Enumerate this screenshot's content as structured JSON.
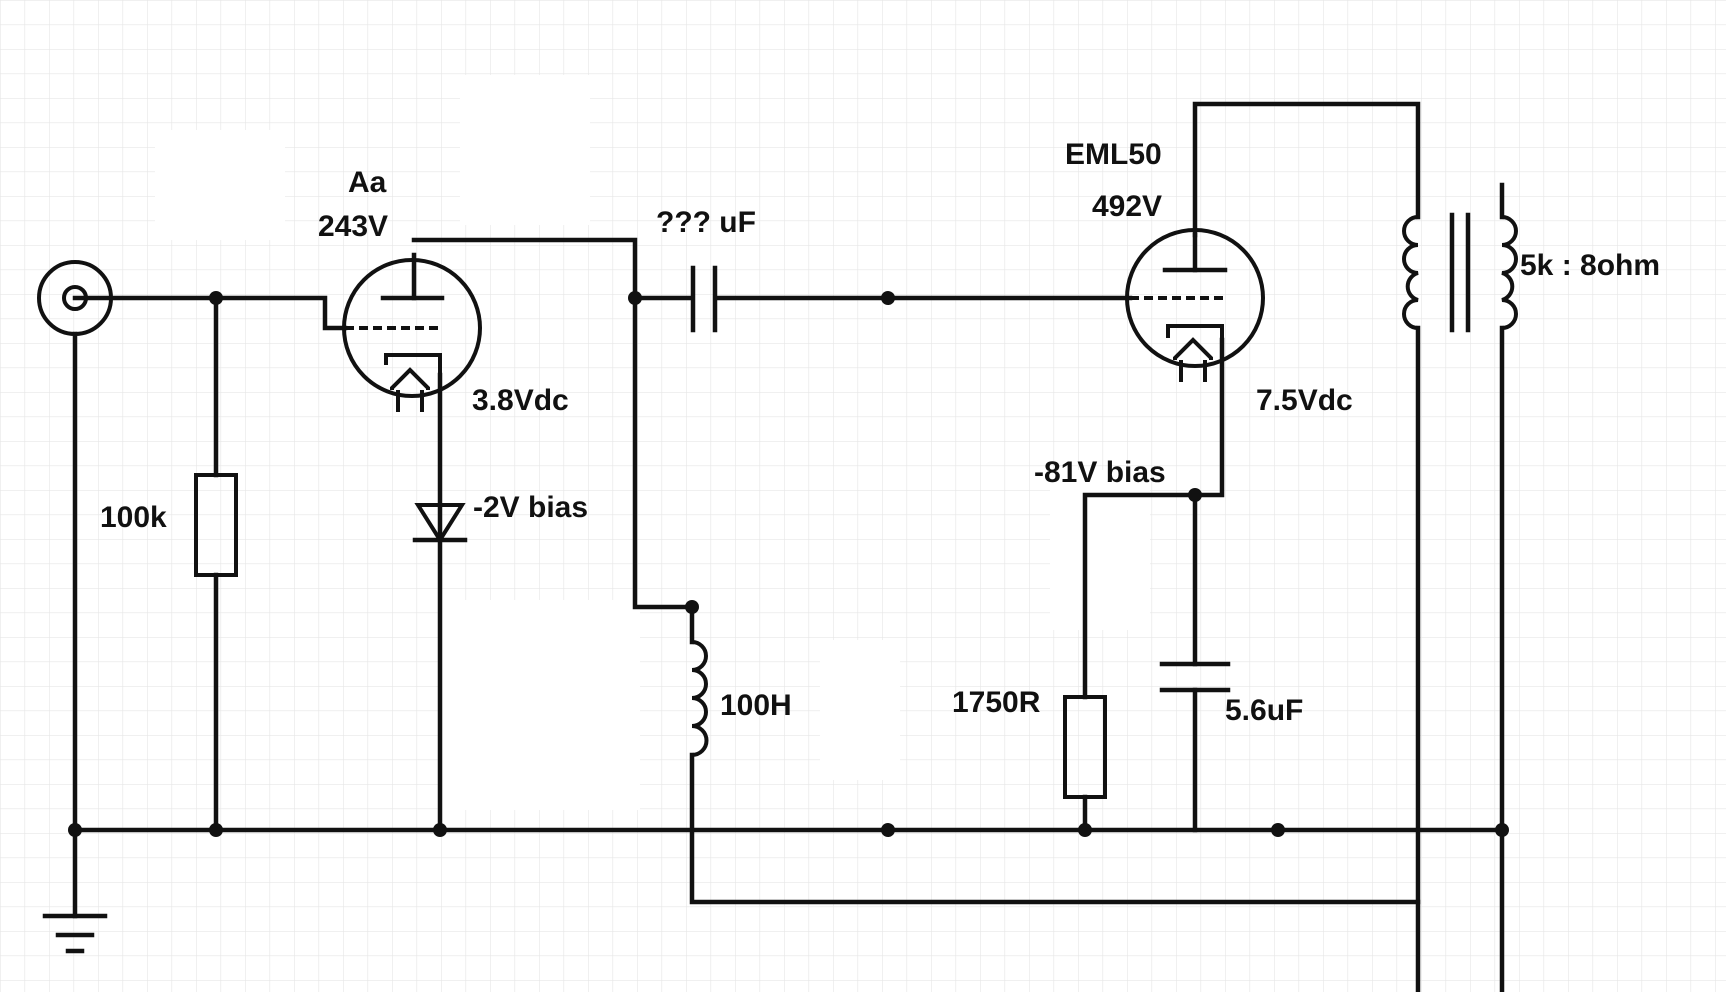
{
  "labels": {
    "tube1_name": "Aa",
    "tube1_plate_voltage": "243V",
    "tube1_cathode_voltage": "3.8Vdc",
    "diode_bias": "-2V bias",
    "grid_resistor": "100k",
    "coupling_cap": "??? uF",
    "choke": "100H",
    "tube2_name": "EML50",
    "tube2_plate_voltage": "492V",
    "tube2_cathode_voltage": "7.5Vdc",
    "tube2_bias": "-81V bias",
    "cathode_resistor": "1750R",
    "cathode_cap": "5.6uF",
    "output_transformer": "5k : 8ohm"
  },
  "colors": {
    "wire": "#111111",
    "grid_line": "#e6e6e6",
    "background": "#ffffff"
  },
  "icons": {
    "input": "rca-jack-icon",
    "ground": "ground-symbol-icon"
  }
}
